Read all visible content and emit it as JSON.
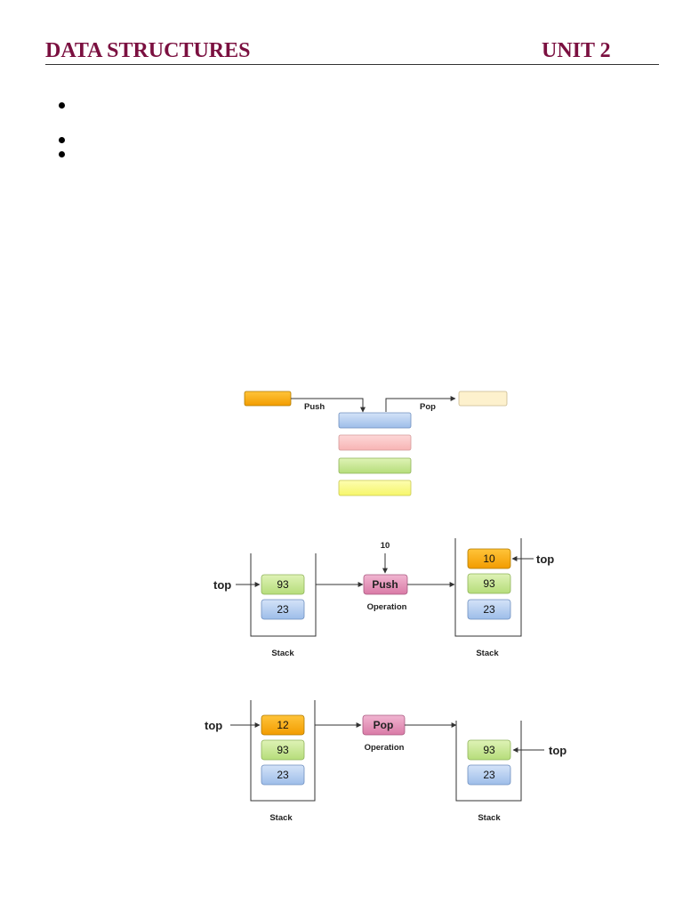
{
  "header": {
    "title": "DATA STRUCTURES",
    "unit": "UNIT  2"
  },
  "colors": {
    "header_text": "#7b1040",
    "orange": "#f7a800",
    "green": "#c6e790",
    "blue": "#b7cff0",
    "pink": "#fac3c3",
    "yellow": "#fbfb87",
    "cream": "#fdf1cd",
    "operation_box": "#e48fb7"
  },
  "figure1": {
    "push_label": "Push",
    "pop_label": "Pop"
  },
  "figure2": {
    "incoming_value": "10",
    "operation_label": "Push",
    "operation_caption": "Operation",
    "left_stack": {
      "items": [
        "93",
        "23"
      ],
      "top_label": "top",
      "caption": "Stack"
    },
    "right_stack": {
      "items": [
        "10",
        "93",
        "23"
      ],
      "top_label": "top",
      "caption": "Stack"
    }
  },
  "figure3": {
    "operation_label": "Pop",
    "operation_caption": "Operation",
    "left_stack": {
      "items": [
        "12",
        "93",
        "23"
      ],
      "top_label": "top",
      "caption": "Stack"
    },
    "right_stack": {
      "items": [
        "93",
        "23"
      ],
      "top_label": "top",
      "caption": "Stack"
    }
  }
}
